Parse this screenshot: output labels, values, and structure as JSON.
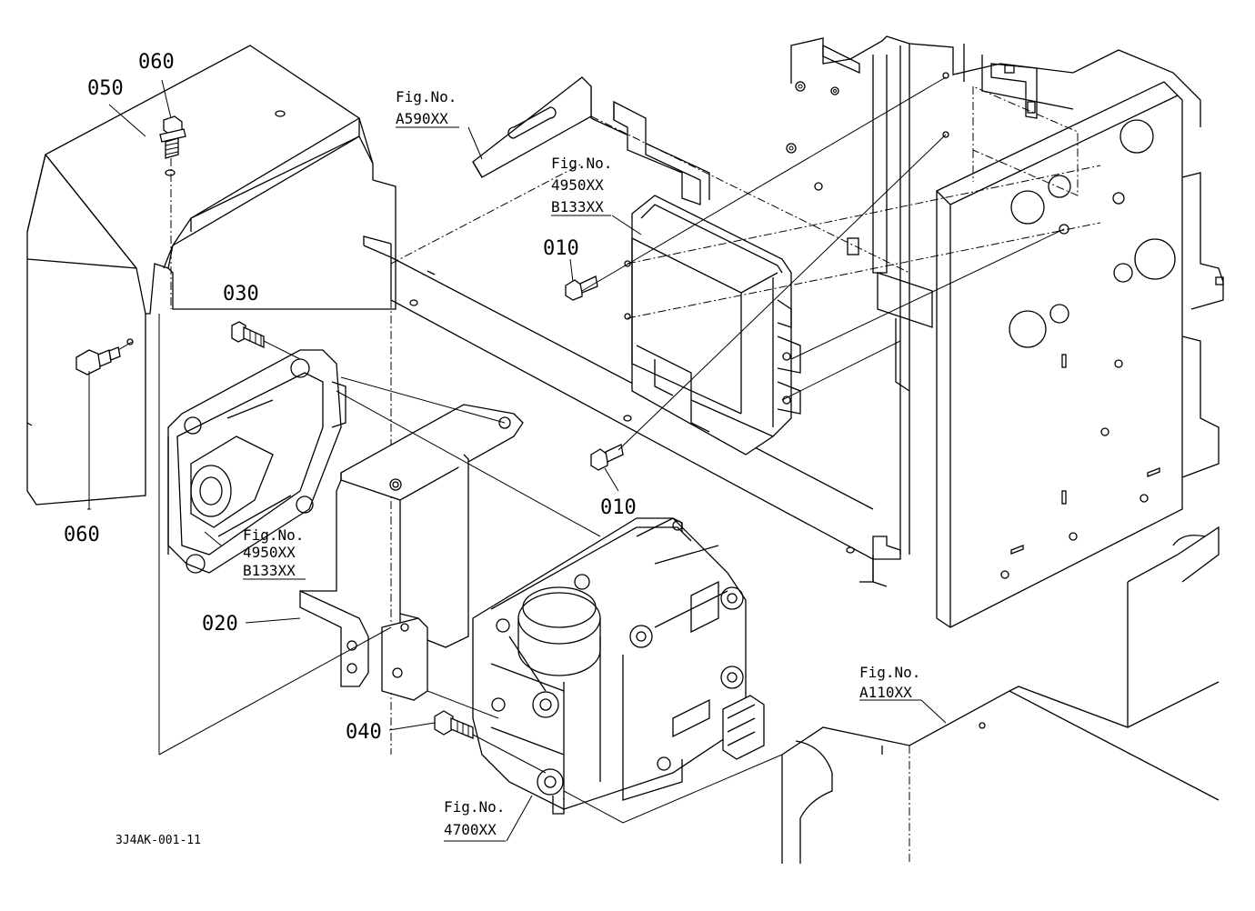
{
  "callouts": {
    "c050": "050",
    "c060_top": "060",
    "c060_bottom": "060",
    "c030": "030",
    "c010_upper": "010",
    "c010_lower": "010",
    "c020": "020",
    "c040": "040"
  },
  "fig_refs": {
    "a590": {
      "label": "Fig.No.",
      "code": "A590XX"
    },
    "ecu_upper": {
      "label": "Fig.No.",
      "code1": "4950XX",
      "code2": "B133XX"
    },
    "ecu_lower": {
      "label": "Fig.No.",
      "code1": "4950XX",
      "code2": "B133XX"
    },
    "a110": {
      "label": "Fig.No.",
      "code": "A110XX"
    },
    "s4700": {
      "label": "Fig.No.",
      "code": "4700XX"
    }
  },
  "drawing_code": "3J4AK-001-11"
}
